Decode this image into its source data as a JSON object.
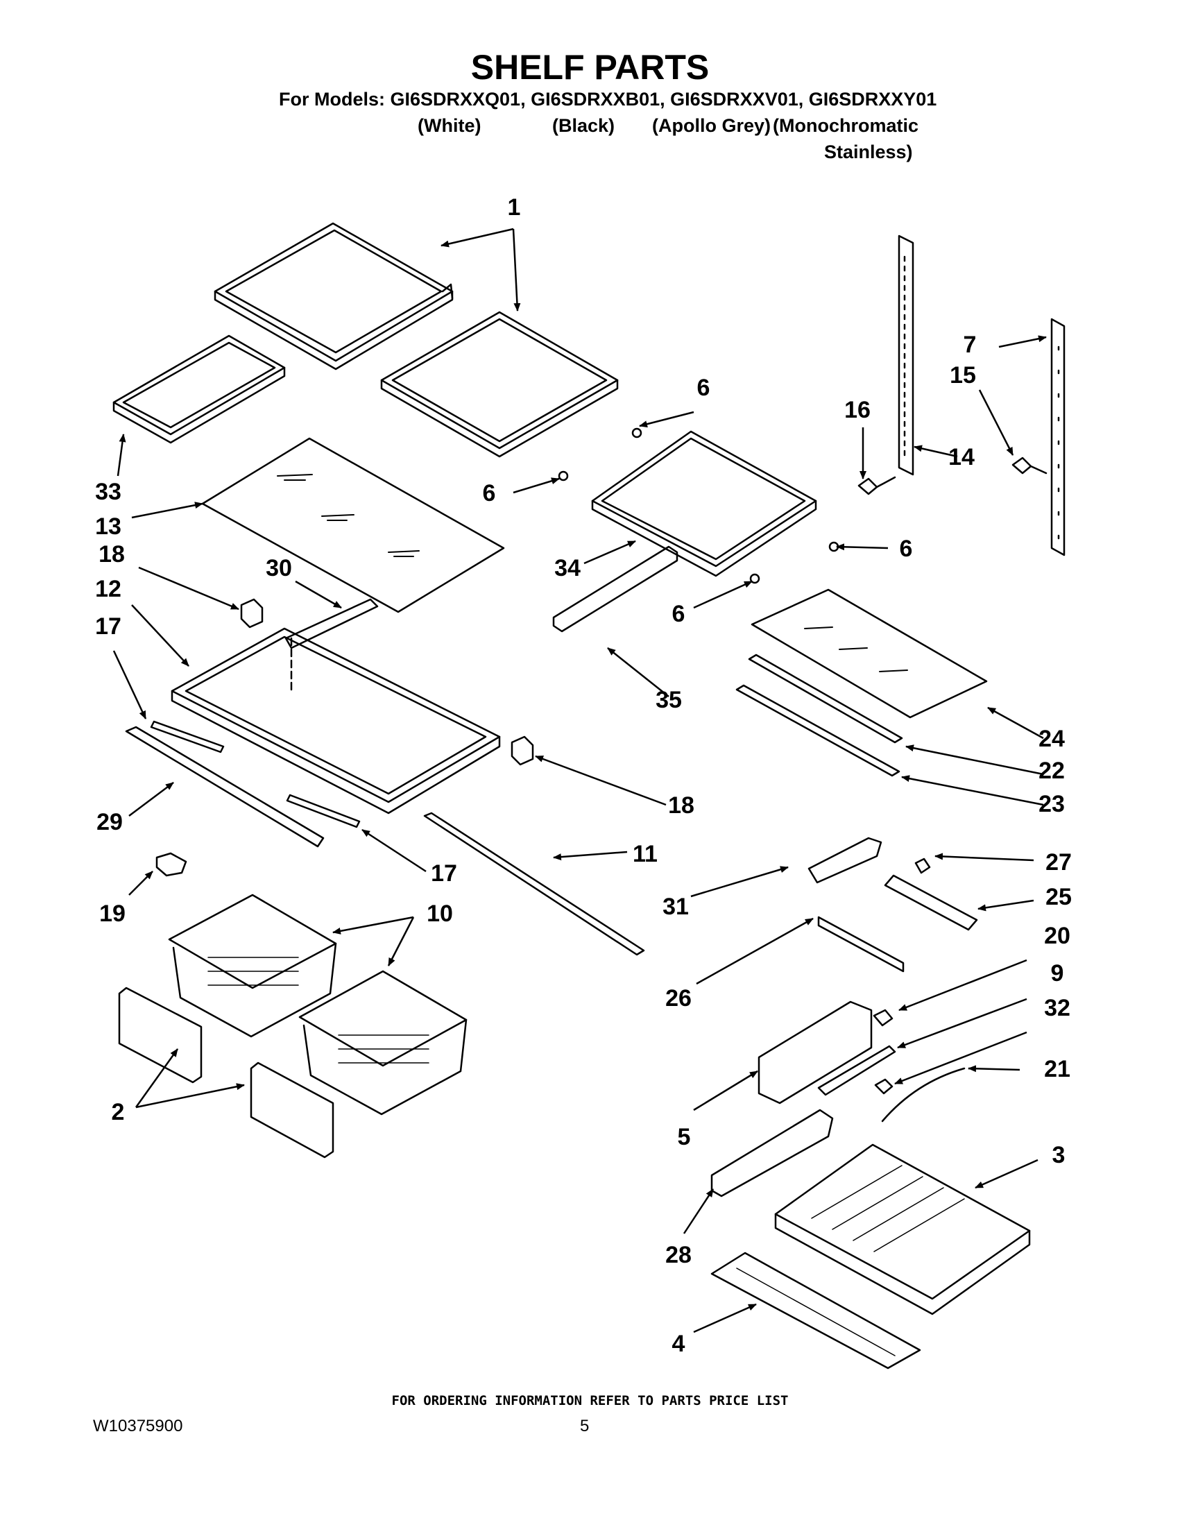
{
  "header": {
    "title": "SHELF PARTS",
    "models_line": "For Models: GI6SDRXXQ01, GI6SDRXXB01, GI6SDRXXV01, GI6SDRXXY01",
    "colors": [
      "(White)",
      "(Black)",
      "(Apollo Grey)",
      "(Monochromatic",
      "Stainless)"
    ]
  },
  "callouts": [
    "1",
    "33",
    "13",
    "6",
    "6",
    "6",
    "6",
    "7",
    "15",
    "16",
    "14",
    "34",
    "18",
    "30",
    "12",
    "17",
    "35",
    "24",
    "22",
    "23",
    "18",
    "29",
    "11",
    "17",
    "19",
    "10",
    "31",
    "27",
    "25",
    "26",
    "20",
    "9",
    "32",
    "21",
    "2",
    "5",
    "3",
    "28",
    "4"
  ],
  "footer": {
    "ordering_note": "FOR ORDERING INFORMATION REFER TO PARTS PRICE LIST",
    "doc_number": "W10375900",
    "page_number": "5"
  }
}
